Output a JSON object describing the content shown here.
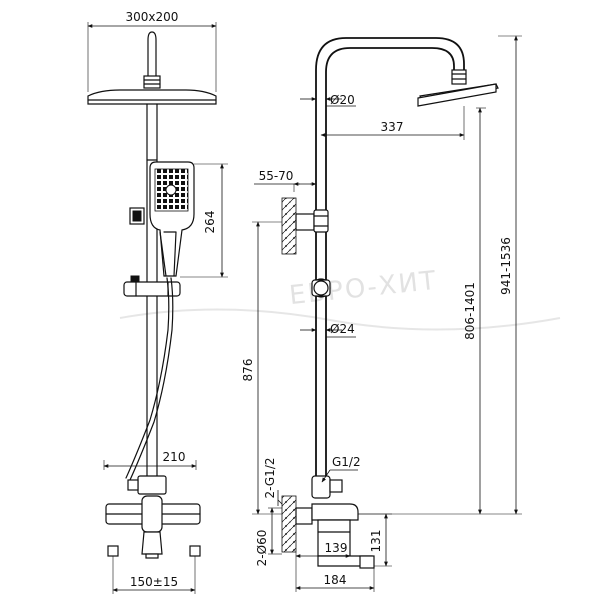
{
  "front_view": {
    "head_size": "300x200",
    "handshower_height": "264",
    "mixer_width": "210",
    "spout_spacing": "150±15"
  },
  "side_view": {
    "pipe_diameter_top": "Ø20",
    "arm_reach": "337",
    "wall_bracket": "55-70",
    "pipe_diameter_lower": "Ø24",
    "bracket_height": "876",
    "outlet_thread": "G1/2",
    "inlet_thread": "2-G1/2",
    "inlet_diameter": "2-Ø60",
    "mixer_height": "131",
    "mixer_depth": "139",
    "total_depth": "184",
    "column_range": "806-1401",
    "total_range": "941-1536"
  }
}
